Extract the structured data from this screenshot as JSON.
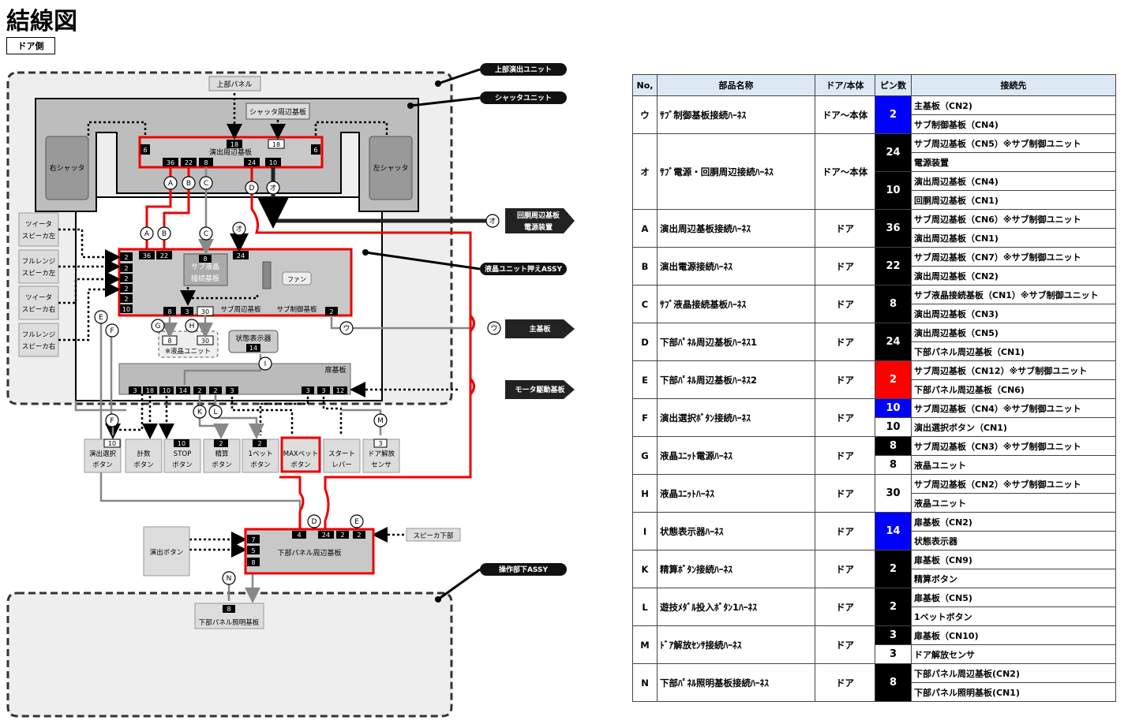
{
  "page_title": "結線図",
  "side_label": "ドア側",
  "diagram": {
    "callouts": [
      "上部演出ユニット",
      "シャッタユニット",
      "液晶ユニット押えASSY",
      "操作部下ASSY",
      "回胴周辺基板",
      "電源装置",
      "主基板",
      "モータ駆動基板"
    ],
    "boards": {
      "upper_panel": "上部パネル",
      "shutter_board": "シャッタ周辺基板",
      "effect_board": "演出周辺基板",
      "right_shutter": "右シャッタ",
      "left_shutter": "左シャッタ",
      "sub_lcd_line1": "サブ液晶",
      "sub_lcd_line2": "接続基板",
      "fan": "ファン",
      "sub_periph": "サブ周辺基板",
      "sub_ctrl": "サブ制御基板",
      "lcd_unit": "※液晶ユニット",
      "status_disp": "状態表示器",
      "door_board": "扉基板",
      "lower_panel": "下部パネル周辺基板",
      "effect_btn": "演出ボタン",
      "speaker_low": "スピーカ下部",
      "lower_light": "下部パネル照明基板"
    },
    "speakers": [
      [
        "ツイータ",
        "スピーカ左"
      ],
      [
        "フルレンジ",
        "スピーカ左"
      ],
      [
        "ツイータ",
        "スピーカ右"
      ],
      [
        "フルレンジ",
        "スピーカ右"
      ]
    ],
    "buttons": [
      {
        "pin": "10",
        "l1": "演出選択",
        "l2": "ボタン"
      },
      {
        "pin": "",
        "l1": "計数",
        "l2": "ボタン"
      },
      {
        "pin": "10",
        "l1": "STOP",
        "l2": "ボタン"
      },
      {
        "pin": "2",
        "l1": "精算",
        "l2": "ボタン"
      },
      {
        "pin": "2",
        "l1": "1ベット",
        "l2": "ボタン"
      },
      {
        "pin": "",
        "l1": "MAXベット",
        "l2": "ボタン"
      },
      {
        "pin": "",
        "l1": "スタート",
        "l2": "レバー"
      },
      {
        "pin": "3",
        "l1": "ドア解放",
        "l2": "センサ"
      }
    ],
    "pins": {
      "eff_top": "18",
      "shut_18": "18",
      "eff_6": "6",
      "eff_36": "36",
      "eff_22": "22",
      "eff_8": "8",
      "eff_24": "24",
      "eff_10": "10",
      "sp_36": "36",
      "sp_22": "22",
      "sp_8": "8",
      "sp_24": "24",
      "sp_2": "2",
      "sp_10": "10",
      "sp_3": "3",
      "sp_30": "30",
      "lcd_8": "8",
      "lcd_30": "30",
      "stat_14": "14",
      "db_3": "3",
      "db_18": "18",
      "db_10": "10",
      "db_14": "14",
      "db_2": "2",
      "db_12": "12",
      "lp_4": "4",
      "lp_24": "24",
      "lp_2": "2",
      "lp_7": "7",
      "lp_5": "5",
      "lp_8": "8",
      "ll_8": "8"
    },
    "circles": [
      "A",
      "B",
      "C",
      "D",
      "オ",
      "ウ",
      "E",
      "F",
      "G",
      "H",
      "I",
      "K",
      "L",
      "M",
      "N"
    ]
  },
  "table": {
    "headers": [
      "No,",
      "部品名称",
      "ドア/本体",
      "ピン数",
      "接続先"
    ],
    "rows": [
      {
        "no": "ウ",
        "name": "ｻﾌﾞ制御基板接続ﾊｰﾈｽ",
        "loc": "ドア～本体",
        "pins": [
          {
            "v": "2",
            "bg": "#0000ff",
            "fg": "#ffffff",
            "span": 2
          }
        ],
        "dest": [
          "主基板（CN2)",
          "サブ制御基板（CN4)"
        ]
      },
      {
        "no": "オ",
        "name": "ｻﾌﾞ電源・回胴周辺接続ﾊｰﾈｽ",
        "loc": "ドア～本体",
        "pins": [
          {
            "v": "24",
            "bg": "#000000",
            "fg": "#ffffff",
            "span": 2
          },
          {
            "v": "10",
            "bg": "#000000",
            "fg": "#ffffff",
            "span": 2
          }
        ],
        "dest": [
          "サブ周辺基板（CN5）※サブ制御ユニット",
          "電源装置",
          "演出周辺基板（CN4)",
          "回胴周辺基板（CN1)"
        ]
      },
      {
        "no": "A",
        "name": "演出周辺基板接続ﾊｰﾈｽ",
        "loc": "ドア",
        "pins": [
          {
            "v": "36",
            "bg": "#000000",
            "fg": "#ffffff",
            "span": 2
          }
        ],
        "dest": [
          "サブ周辺基板（CN6）※サブ制御ユニット",
          "演出周辺基板（CN1)"
        ]
      },
      {
        "no": "B",
        "name": "演出電源接続ﾊｰﾈｽ",
        "loc": "ドア",
        "pins": [
          {
            "v": "22",
            "bg": "#000000",
            "fg": "#ffffff",
            "span": 2
          }
        ],
        "dest": [
          "サブ周辺基板（CN7）※サブ制御ユニット",
          "演出周辺基板（CN2)"
        ]
      },
      {
        "no": "C",
        "name": "ｻﾌﾞ液晶接続基板ﾊｰﾈｽ",
        "loc": "ドア",
        "pins": [
          {
            "v": "8",
            "bg": "#000000",
            "fg": "#ffffff",
            "span": 2
          }
        ],
        "dest": [
          "サブ液晶接続基板（CN1）※サブ制御ユニット",
          "演出周辺基板（CN3)"
        ]
      },
      {
        "no": "D",
        "name": "下部ﾊﾟﾈﾙ周辺基板ﾊｰﾈｽ1",
        "loc": "ドア",
        "pins": [
          {
            "v": "24",
            "bg": "#000000",
            "fg": "#ffffff",
            "span": 2
          }
        ],
        "dest": [
          "演出周辺基板（CN5)",
          "下部パネル周辺基板（CN1)"
        ]
      },
      {
        "no": "E",
        "name": "下部ﾊﾟﾈﾙ周辺基板ﾊｰﾈｽ2",
        "loc": "ドア",
        "pins": [
          {
            "v": "2",
            "bg": "#ff0000",
            "fg": "#ffffff",
            "span": 2
          }
        ],
        "dest": [
          "サブ周辺基板（CN12）※サブ制御ユニット",
          "下部パネル周辺基板（CN6)"
        ]
      },
      {
        "no": "F",
        "name": "演出選択ﾎﾞﾀﾝ接続ﾊｰﾈｽ",
        "loc": "ドア",
        "pins": [
          {
            "v": "10",
            "bg": "#0000ff",
            "fg": "#ffffff",
            "span": 1
          },
          {
            "v": "10",
            "bg": "#ffffff",
            "fg": "#000000",
            "span": 1
          }
        ],
        "dest": [
          "サブ周辺基板（CN4）※サブ制御ユニット",
          "演出選択ボタン（CN1)"
        ]
      },
      {
        "no": "G",
        "name": "液晶ﾕﾆｯﾄ電源ﾊｰﾈｽ",
        "loc": "ドア",
        "pins": [
          {
            "v": "8",
            "bg": "#000000",
            "fg": "#ffffff",
            "span": 1
          },
          {
            "v": "8",
            "bg": "#ffffff",
            "fg": "#000000",
            "span": 1
          }
        ],
        "dest": [
          "サブ周辺基板（CN3）※サブ制御ユニット",
          "液晶ユニット"
        ]
      },
      {
        "no": "H",
        "name": "液晶ﾕﾆｯﾄﾊｰﾈｽ",
        "loc": "ドア",
        "pins": [
          {
            "v": "30",
            "bg": "#ffffff",
            "fg": "#000000",
            "span": 2
          }
        ],
        "dest": [
          "サブ周辺基板（CN2）※サブ制御ユニット",
          "液晶ユニット"
        ]
      },
      {
        "no": "I",
        "name": "状態表示器ﾊｰﾈｽ",
        "loc": "ドア",
        "pins": [
          {
            "v": "14",
            "bg": "#0000ff",
            "fg": "#ffffff",
            "span": 2
          }
        ],
        "dest": [
          "扉基板（CN2)",
          "状態表示器"
        ]
      },
      {
        "no": "K",
        "name": "精算ﾎﾞﾀﾝ接続ﾊｰﾈｽ",
        "loc": "ドア",
        "pins": [
          {
            "v": "2",
            "bg": "#000000",
            "fg": "#ffffff",
            "span": 2
          }
        ],
        "dest": [
          "扉基板（CN9)",
          "精算ボタン"
        ]
      },
      {
        "no": "L",
        "name": "遊技ﾒﾀﾞﾙ投入ﾎﾞﾀﾝ1ﾊｰﾈｽ",
        "loc": "ドア",
        "pins": [
          {
            "v": "2",
            "bg": "#000000",
            "fg": "#ffffff",
            "span": 2
          }
        ],
        "dest": [
          "扉基板（CN5)",
          "1ベットボタン"
        ]
      },
      {
        "no": "M",
        "name": "ﾄﾞｱ解放ｾﾝｻ接続ﾊｰﾈｽ",
        "loc": "ドア",
        "pins": [
          {
            "v": "3",
            "bg": "#000000",
            "fg": "#ffffff",
            "span": 1
          },
          {
            "v": "3",
            "bg": "#ffffff",
            "fg": "#000000",
            "span": 1
          }
        ],
        "dest": [
          "扉基板（CN10)",
          "ドア解放センサ"
        ]
      },
      {
        "no": "N",
        "name": "下部ﾊﾟﾈﾙ照明基板接続ﾊｰﾈｽ",
        "loc": "ドア",
        "pins": [
          {
            "v": "8",
            "bg": "#000000",
            "fg": "#ffffff",
            "span": 2
          }
        ],
        "dest": [
          "下部パネル周辺基板(CN2)",
          "下部パネル照明基板(CN1)"
        ]
      }
    ]
  }
}
